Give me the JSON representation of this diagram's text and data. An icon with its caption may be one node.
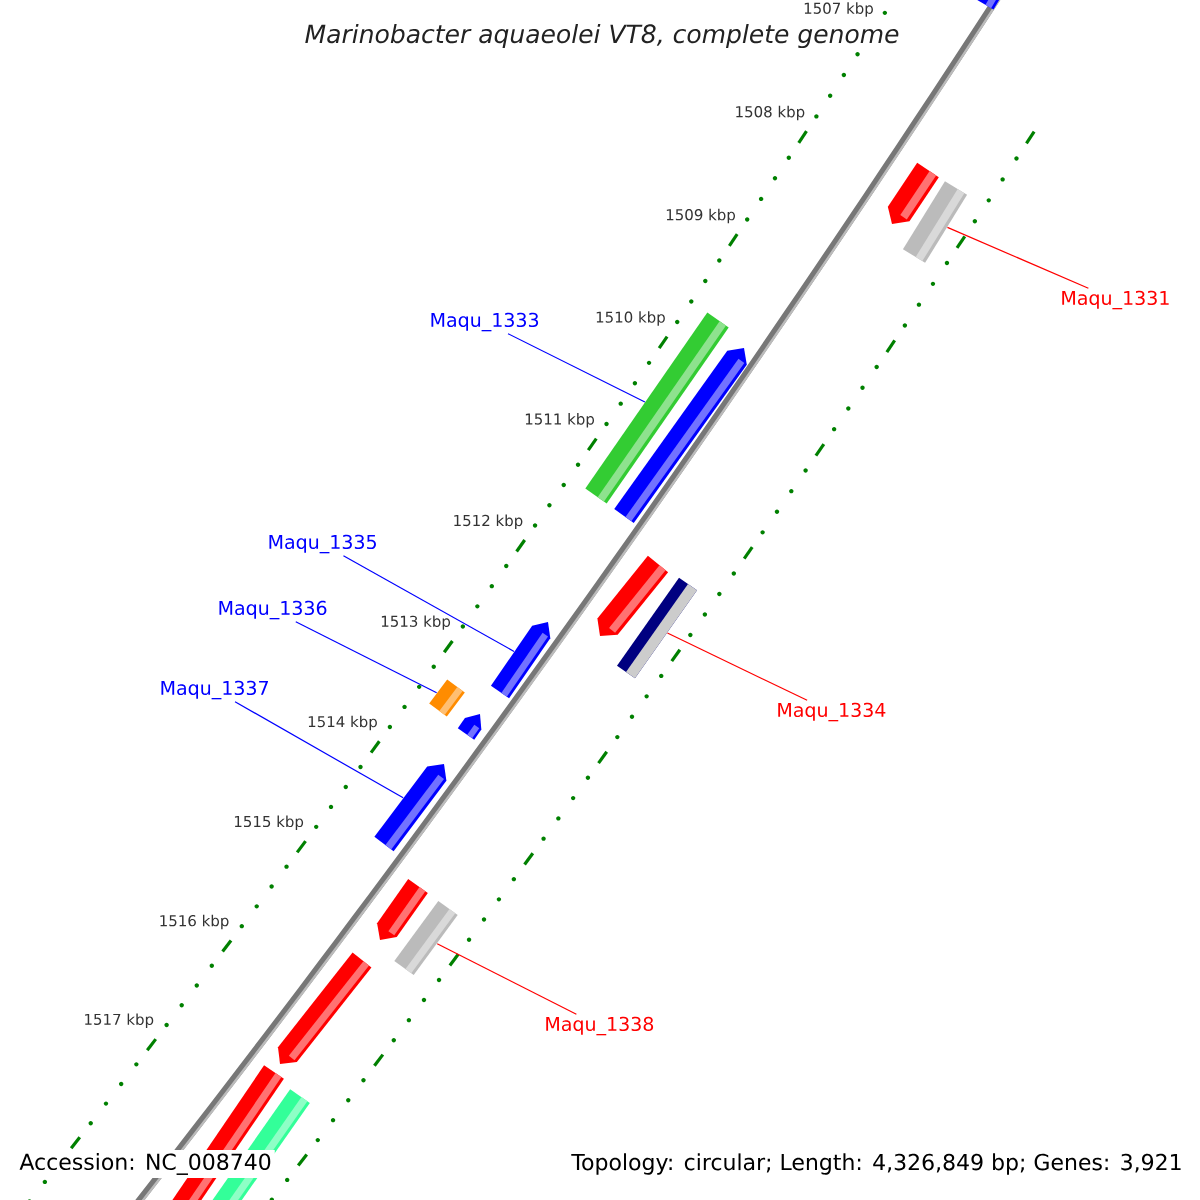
{
  "diagram": {
    "title": "Marinobacter aquaeolei VT8, complete genome",
    "nodes": [
      {
        "text": [
          "Maqu_1331"
        ]
      },
      {
        "text": [],
        "shape": "bar"
      },
      {
        "text": [
          "Maqu_1333"
        ]
      },
      {
        "text": [],
        "shape": "bar"
      },
      {
        "text": [
          "Maqu_1335"
        ]
      },
      {
        "text": [],
        "shape": "bar"
      },
      {
        "text": [
          "Maqu_1336"
        ]
      },
      {
        "text": [],
        "shape": "bar"
      },
      {
        "text": [
          "Maqu_1334"
        ]
      },
      {
        "text": [],
        "shape": "bar"
      },
      {
        "text": [
          "Maqu_1337"
        ]
      },
      {
        "text": [],
        "shape": "bar"
      },
      {
        "text": [
          "Maqu_1338"
        ]
      },
      {
        "text": [],
        "shape": "bar"
      }
    ],
    "edges": [
      {
        "from": 0,
        "to": 1,
        "arrow": "none",
        "color": "#ff0000"
      },
      {
        "from": 2,
        "to": 3,
        "arrow": "none"
      },
      {
        "from": 4,
        "to": 5,
        "arrow": "none"
      },
      {
        "from": 6,
        "to": 7,
        "arrow": "none"
      },
      {
        "from": 8,
        "to": 9,
        "arrow": "none",
        "color": "#ff0000"
      },
      {
        "from": 10,
        "to": 11,
        "arrow": "none"
      },
      {
        "from": 12,
        "to": 13,
        "arrow": "none",
        "color": "#ff0000"
      }
    ],
    "labels": [
      "1507 kbp",
      "1508 kbp",
      "1509 kbp",
      "1510 kbp",
      "1511 kbp",
      "1512 kbp",
      "1513 kbp",
      "1514 kbp",
      "1515 kbp",
      "1516 kbp",
      "1517 kbp",
      "Accession: NC_008740",
      "Topology: circular; Length: 4,326,849 bp; Genes: 3,921"
    ]
  }
}
